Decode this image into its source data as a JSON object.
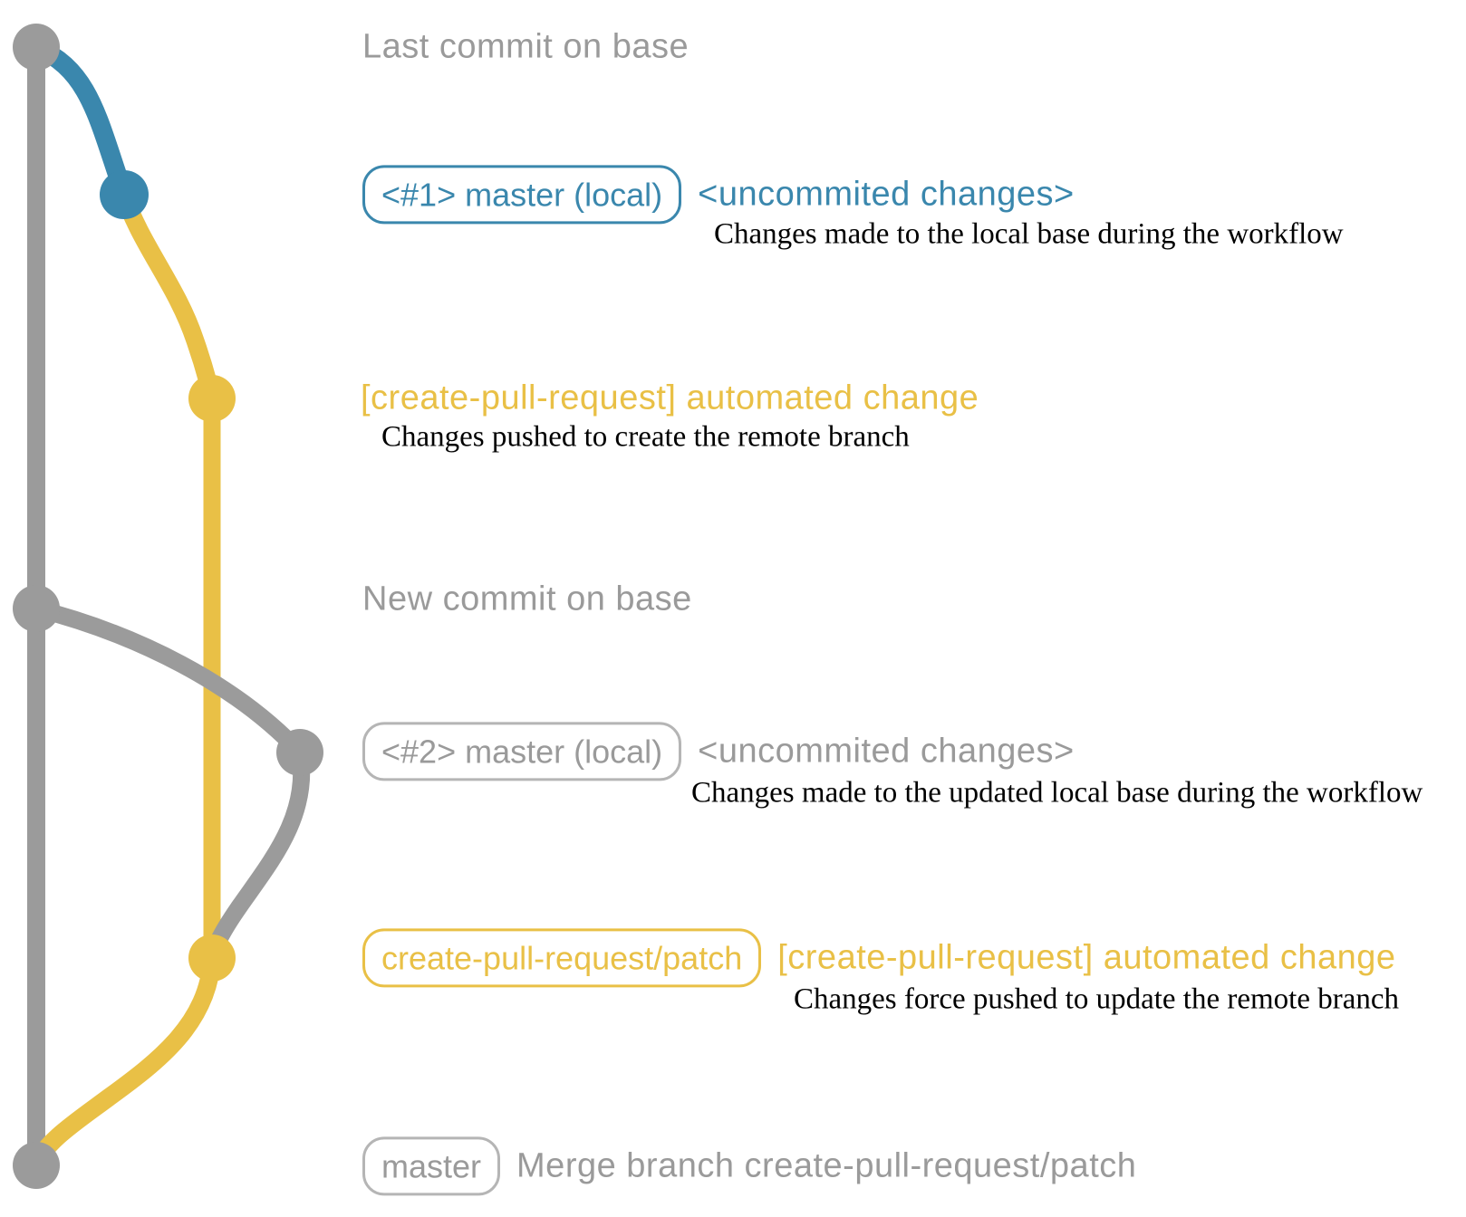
{
  "colors": {
    "gray": "#9b9b9b",
    "gray_text": "#9a9a9a",
    "gray_border": "#b5b5b5",
    "blue": "#3a87ad",
    "yellow": "#e9c046",
    "note_black": "#000000"
  },
  "labels": {
    "last_commit": "Last commit on base",
    "new_commit": "New commit on base"
  },
  "rows": {
    "local1": {
      "badge": "<#1> master (local)",
      "status": "<uncommited changes>",
      "note": "Changes made to the local base during the workflow"
    },
    "push1": {
      "title": "[create-pull-request] automated change",
      "note": "Changes pushed to create the remote branch"
    },
    "local2": {
      "badge": "<#2> master (local)",
      "status": "<uncommited changes>",
      "note": "Changes made to the updated local base during the workflow"
    },
    "push2": {
      "badge": "create-pull-request/patch",
      "title": "[create-pull-request] automated change",
      "note": "Changes force pushed to update the remote branch"
    },
    "merge": {
      "badge": "master",
      "title": "Merge branch create-pull-request/patch"
    }
  }
}
